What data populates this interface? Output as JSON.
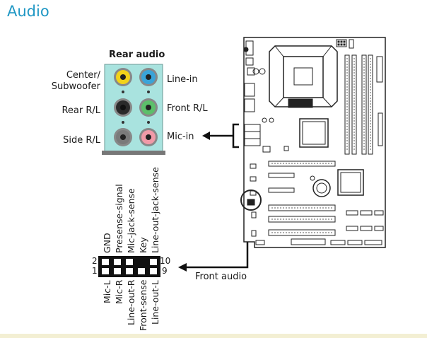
{
  "title": "Audio",
  "rear_panel": {
    "title": "Rear audio",
    "labels": {
      "center_line1": "Center/",
      "center_line2": "Subwoofer",
      "rear": "Rear R/L",
      "side": "Side R/L",
      "line_in": "Line-in",
      "front": "Front R/L",
      "mic_in": "Mic-in"
    },
    "jack_colors": {
      "center": "#f2d21a",
      "line_in": "#3aa4d8",
      "rear": "#2a2a2a",
      "front": "#5cc06a",
      "side": "#7a7a7a",
      "mic_in": "#f19aa8"
    },
    "panel_color": "#a9e3df"
  },
  "front_audio": {
    "label": "Front audio",
    "pin_top_left": "2",
    "pin_bottom_left": "1",
    "pin_top_right": "10",
    "pin_bottom_right": "9",
    "top_signals": [
      "GND",
      "Presense-signal",
      "Mic-jack-sense",
      "Key",
      "Line-out-jack-sense"
    ],
    "bottom_signals": [
      "Mic-L",
      "Mic-R",
      "Line-out-R",
      "Front-sense",
      "Line-out-L"
    ]
  },
  "colors": {
    "accent": "#1f97c4",
    "footer": "#f3efd3"
  }
}
